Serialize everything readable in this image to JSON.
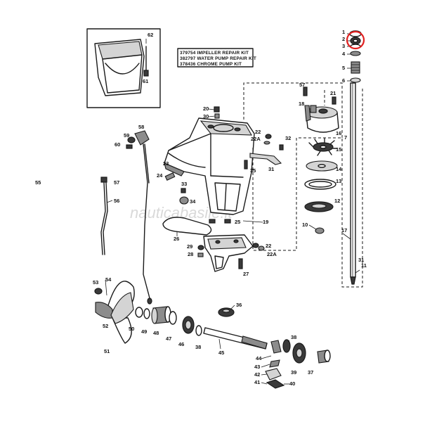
{
  "kit_box": {
    "lines": [
      "379754 IMPELLER REPAIR KIT",
      "382797 WATER PUMP REPAIR KIT",
      "378436 CHROME PUMP KIT"
    ]
  },
  "watermark": "nauticabasile.it",
  "highlight_color": "#e02020",
  "callouts": {
    "c1": "1",
    "c2": "2",
    "c3": "3",
    "c4": "4",
    "c5": "5",
    "c6": "6",
    "c7": "7",
    "c10": "10",
    "c11": "11",
    "c12": "12",
    "c13": "13",
    "c14": "14",
    "c15": "15",
    "c16": "16",
    "c17": "17",
    "c18": "18",
    "c19": "19",
    "c20": "20",
    "c21": "21",
    "c22a": "22",
    "c22aA": "22A",
    "c22b": "22",
    "c22bA": "22A",
    "c23": "23",
    "c24": "24",
    "c25": "25",
    "c26": "26",
    "c27": "27",
    "c28": "28",
    "c29": "29",
    "c30": "30",
    "c31a": "31",
    "c31b": "31",
    "c32": "32",
    "c33": "33",
    "c34": "34",
    "c35": "35",
    "c36": "36",
    "c37": "37",
    "c38a": "38",
    "c38b": "38",
    "c39": "39",
    "c40": "40",
    "c41": "41",
    "c42": "42",
    "c43": "43",
    "c44": "44",
    "c45": "45",
    "c46": "46",
    "c47": "47",
    "c48": "48",
    "c49": "49",
    "c50": "50",
    "c51": "51",
    "c52": "52",
    "c53": "53",
    "c54": "54",
    "c55": "55",
    "c56": "56",
    "c57a": "57",
    "c57b": "57",
    "c58": "58",
    "c59": "59",
    "c60": "60",
    "c61": "61",
    "c62": "62"
  }
}
